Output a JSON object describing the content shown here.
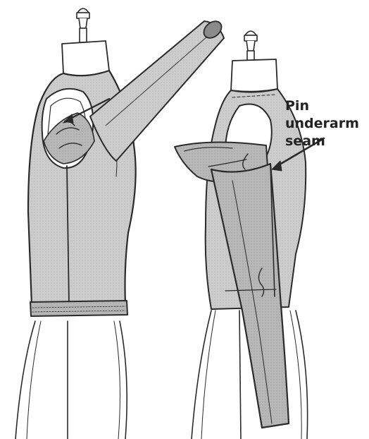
{
  "callout": {
    "lines": [
      "Pin",
      "underarm",
      "seam"
    ]
  },
  "colors": {
    "line": "#2a2a2a",
    "fabric": "#c9c9c9",
    "fabric_light": "#dcdcdc",
    "fabric_dark": "#9a9a9a",
    "form": "#ffffff"
  },
  "icons": [
    "dress-form-left",
    "dress-form-right",
    "pointer-arrow"
  ]
}
